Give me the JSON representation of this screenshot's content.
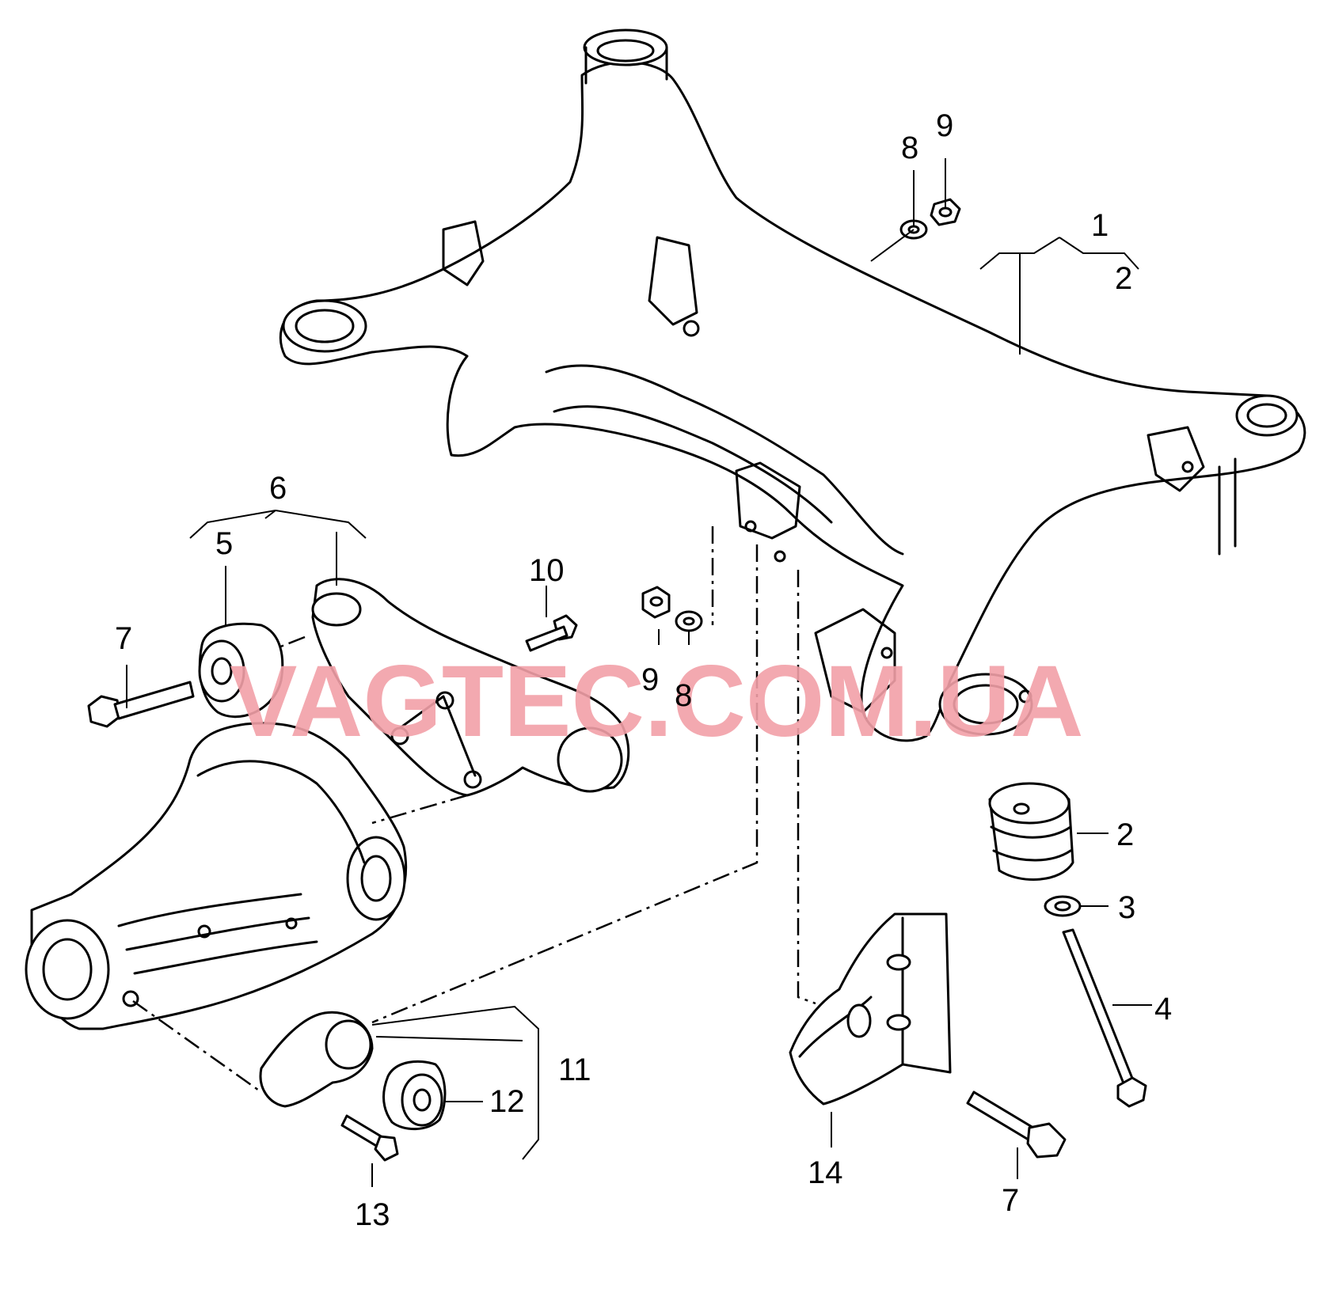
{
  "watermark": "VAGTEC.COM.UA",
  "callouts": {
    "c1": "1",
    "c2_top": "2",
    "c2": "2",
    "c3": "3",
    "c4": "4",
    "c5": "5",
    "c6": "6",
    "c7_left": "7",
    "c7_right": "7",
    "c8_top": "8",
    "c8_mid": "8",
    "c9_top": "9",
    "c9_mid": "9",
    "c10": "10",
    "c11": "11",
    "c12": "12",
    "c13": "13",
    "c14": "14"
  },
  "colors": {
    "line": "#000000",
    "watermark": "#f2a0a8",
    "background": "#ffffff"
  }
}
